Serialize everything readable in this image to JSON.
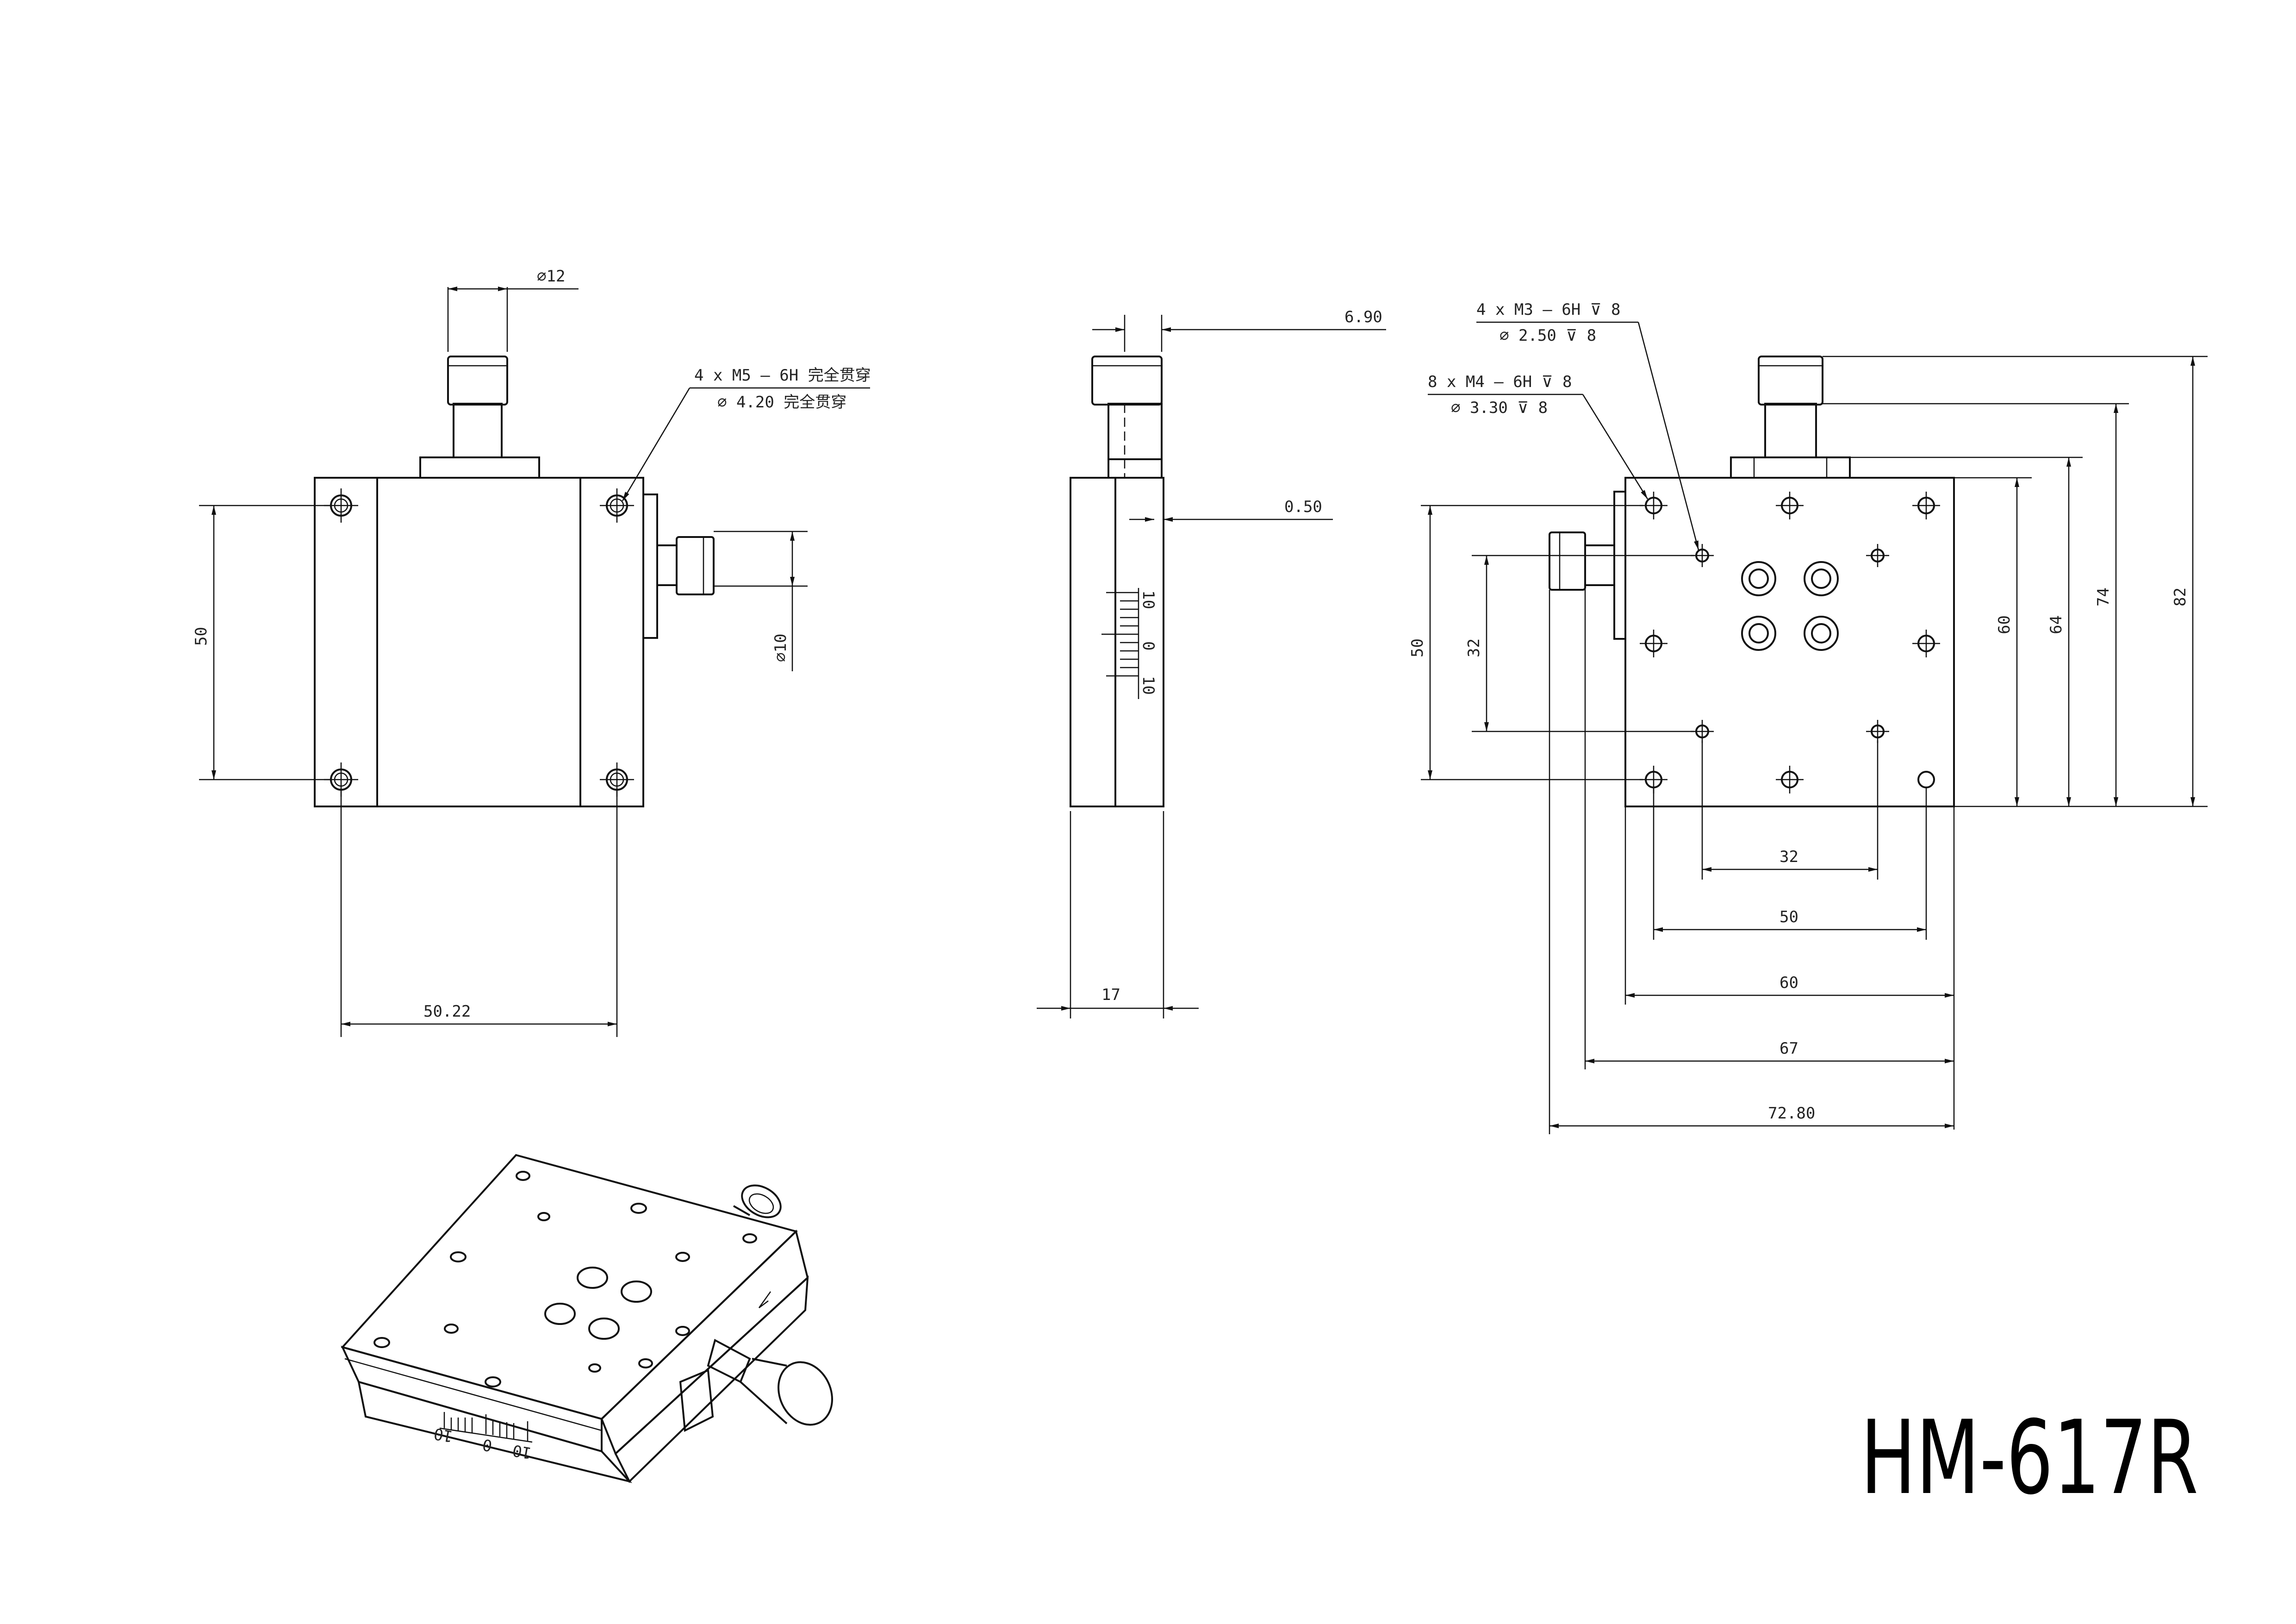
{
  "title": "HM-617R",
  "front_view": {
    "dia_knob": "∅12",
    "callout_line1": "4 x  M5 – 6H 完全贯穿",
    "callout_line2": "∅ 4.20 完全贯穿",
    "dim_vertical": "50",
    "dim_horizontal": "50.22",
    "dia_micrometer": "∅10"
  },
  "side_view": {
    "dim_top": "6.90",
    "dim_gap": "0.50",
    "dim_width": "17",
    "scale_labels": [
      "10",
      "0",
      "10"
    ]
  },
  "top_view": {
    "callout_a_line1": "4 x  M3 – 6H ⊽ 8",
    "callout_a_line2": "∅ 2.50 ⊽ 8",
    "callout_b_line1": "8 x  M4 – 6H ⊽ 8",
    "callout_b_line2": "∅ 3.30 ⊽ 8",
    "dim_v_50": "50",
    "dim_v_32": "32",
    "dim_v_60": "60",
    "dim_v_64": "64",
    "dim_v_74": "74",
    "dim_v_82": "82",
    "dim_h_32": "32",
    "dim_h_50": "50",
    "dim_h_60": "60",
    "dim_h_67": "67",
    "dim_h_7280": "72.80"
  },
  "iso_view": {
    "scale_labels": [
      "10",
      "0",
      "10"
    ]
  }
}
